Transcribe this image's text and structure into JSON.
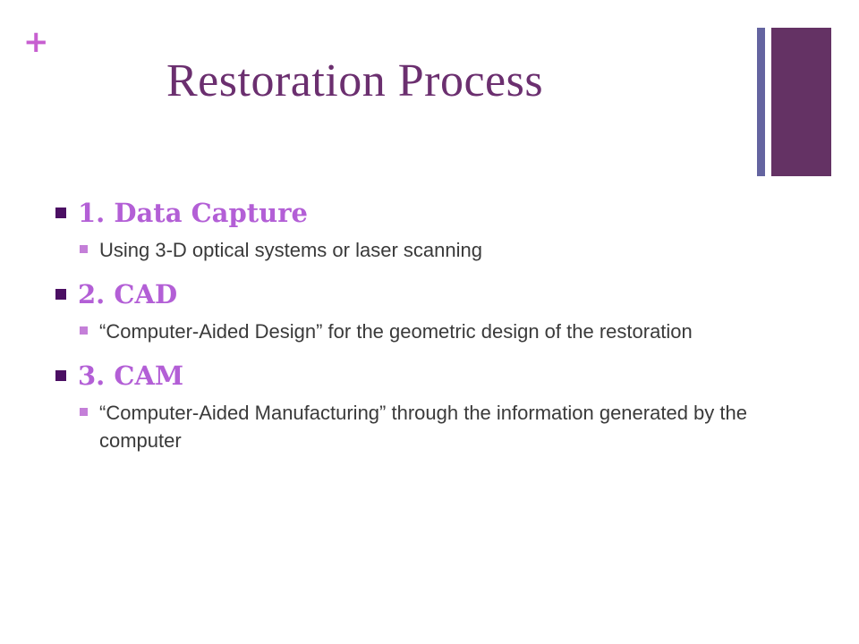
{
  "slide": {
    "plus_symbol": "+",
    "title": "Restoration Process",
    "colors": {
      "title": "#6b2f6f",
      "heading": "#b35fd6",
      "heading_bullet": "#4b0f63",
      "sub_bullet": "#c47fd8",
      "sub_text": "#3a3a3a",
      "bar_thin": "#6464a0",
      "bar_thick": "#643264",
      "plus": "#c75fd0"
    },
    "sections": [
      {
        "heading": "1. Data Capture",
        "detail": "Using 3-D optical systems or laser scanning"
      },
      {
        "heading": "2. CAD",
        "detail": "“Computer-Aided Design” for the geometric design of the restoration"
      },
      {
        "heading": "3. CAM",
        "detail": "“Computer-Aided Manufacturing” through the information generated by the computer"
      }
    ]
  }
}
